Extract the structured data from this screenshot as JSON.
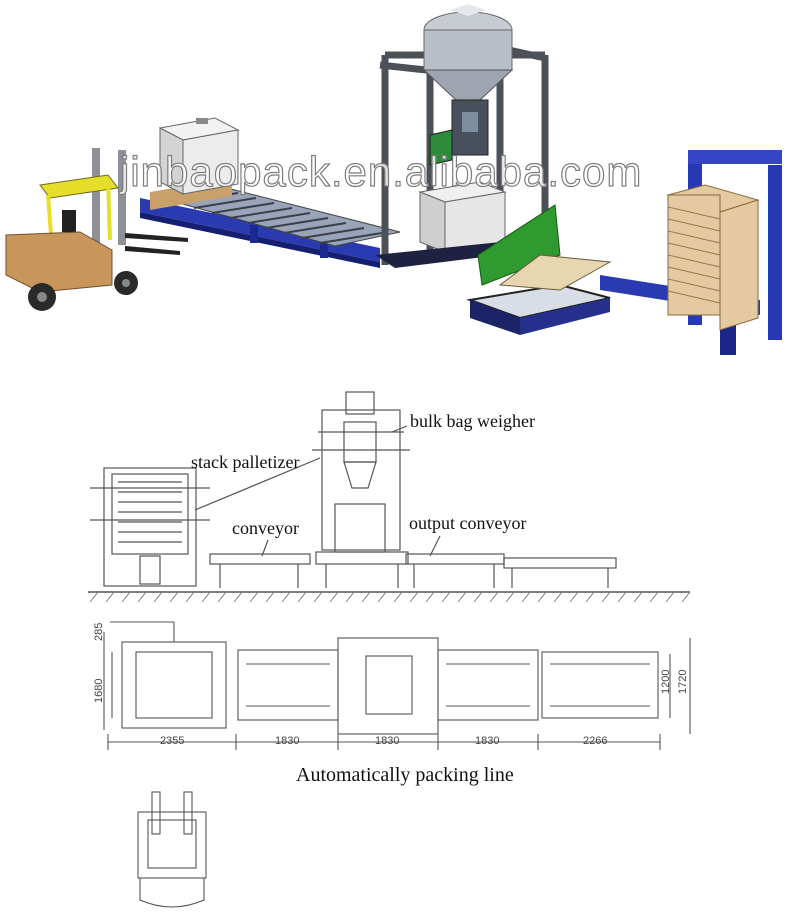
{
  "watermark": "jinbaopack.en.alibaba.com",
  "labels": {
    "bulk_bag_weigher": "bulk bag weigher",
    "stack_palletizer": "stack palletizer",
    "conveyor": "conveyor",
    "output_conveyor": "output conveyor"
  },
  "dimensions": {
    "top_offset": "285",
    "left_height": "1680",
    "right_inner": "1200",
    "right_outer": "1720",
    "segments": [
      "2355",
      "1830",
      "1830",
      "1830",
      "2266"
    ]
  },
  "caption": "Automatically packing line",
  "colors": {
    "frame_blue": "#2233aa",
    "tower_gray": "#5f6368",
    "forklift_yellow": "#e6de2a",
    "forklift_body": "#c8965a",
    "pallet_wood": "#e2c9a0",
    "guide_green": "#2f9a2f",
    "drawing_line": "#555555"
  }
}
